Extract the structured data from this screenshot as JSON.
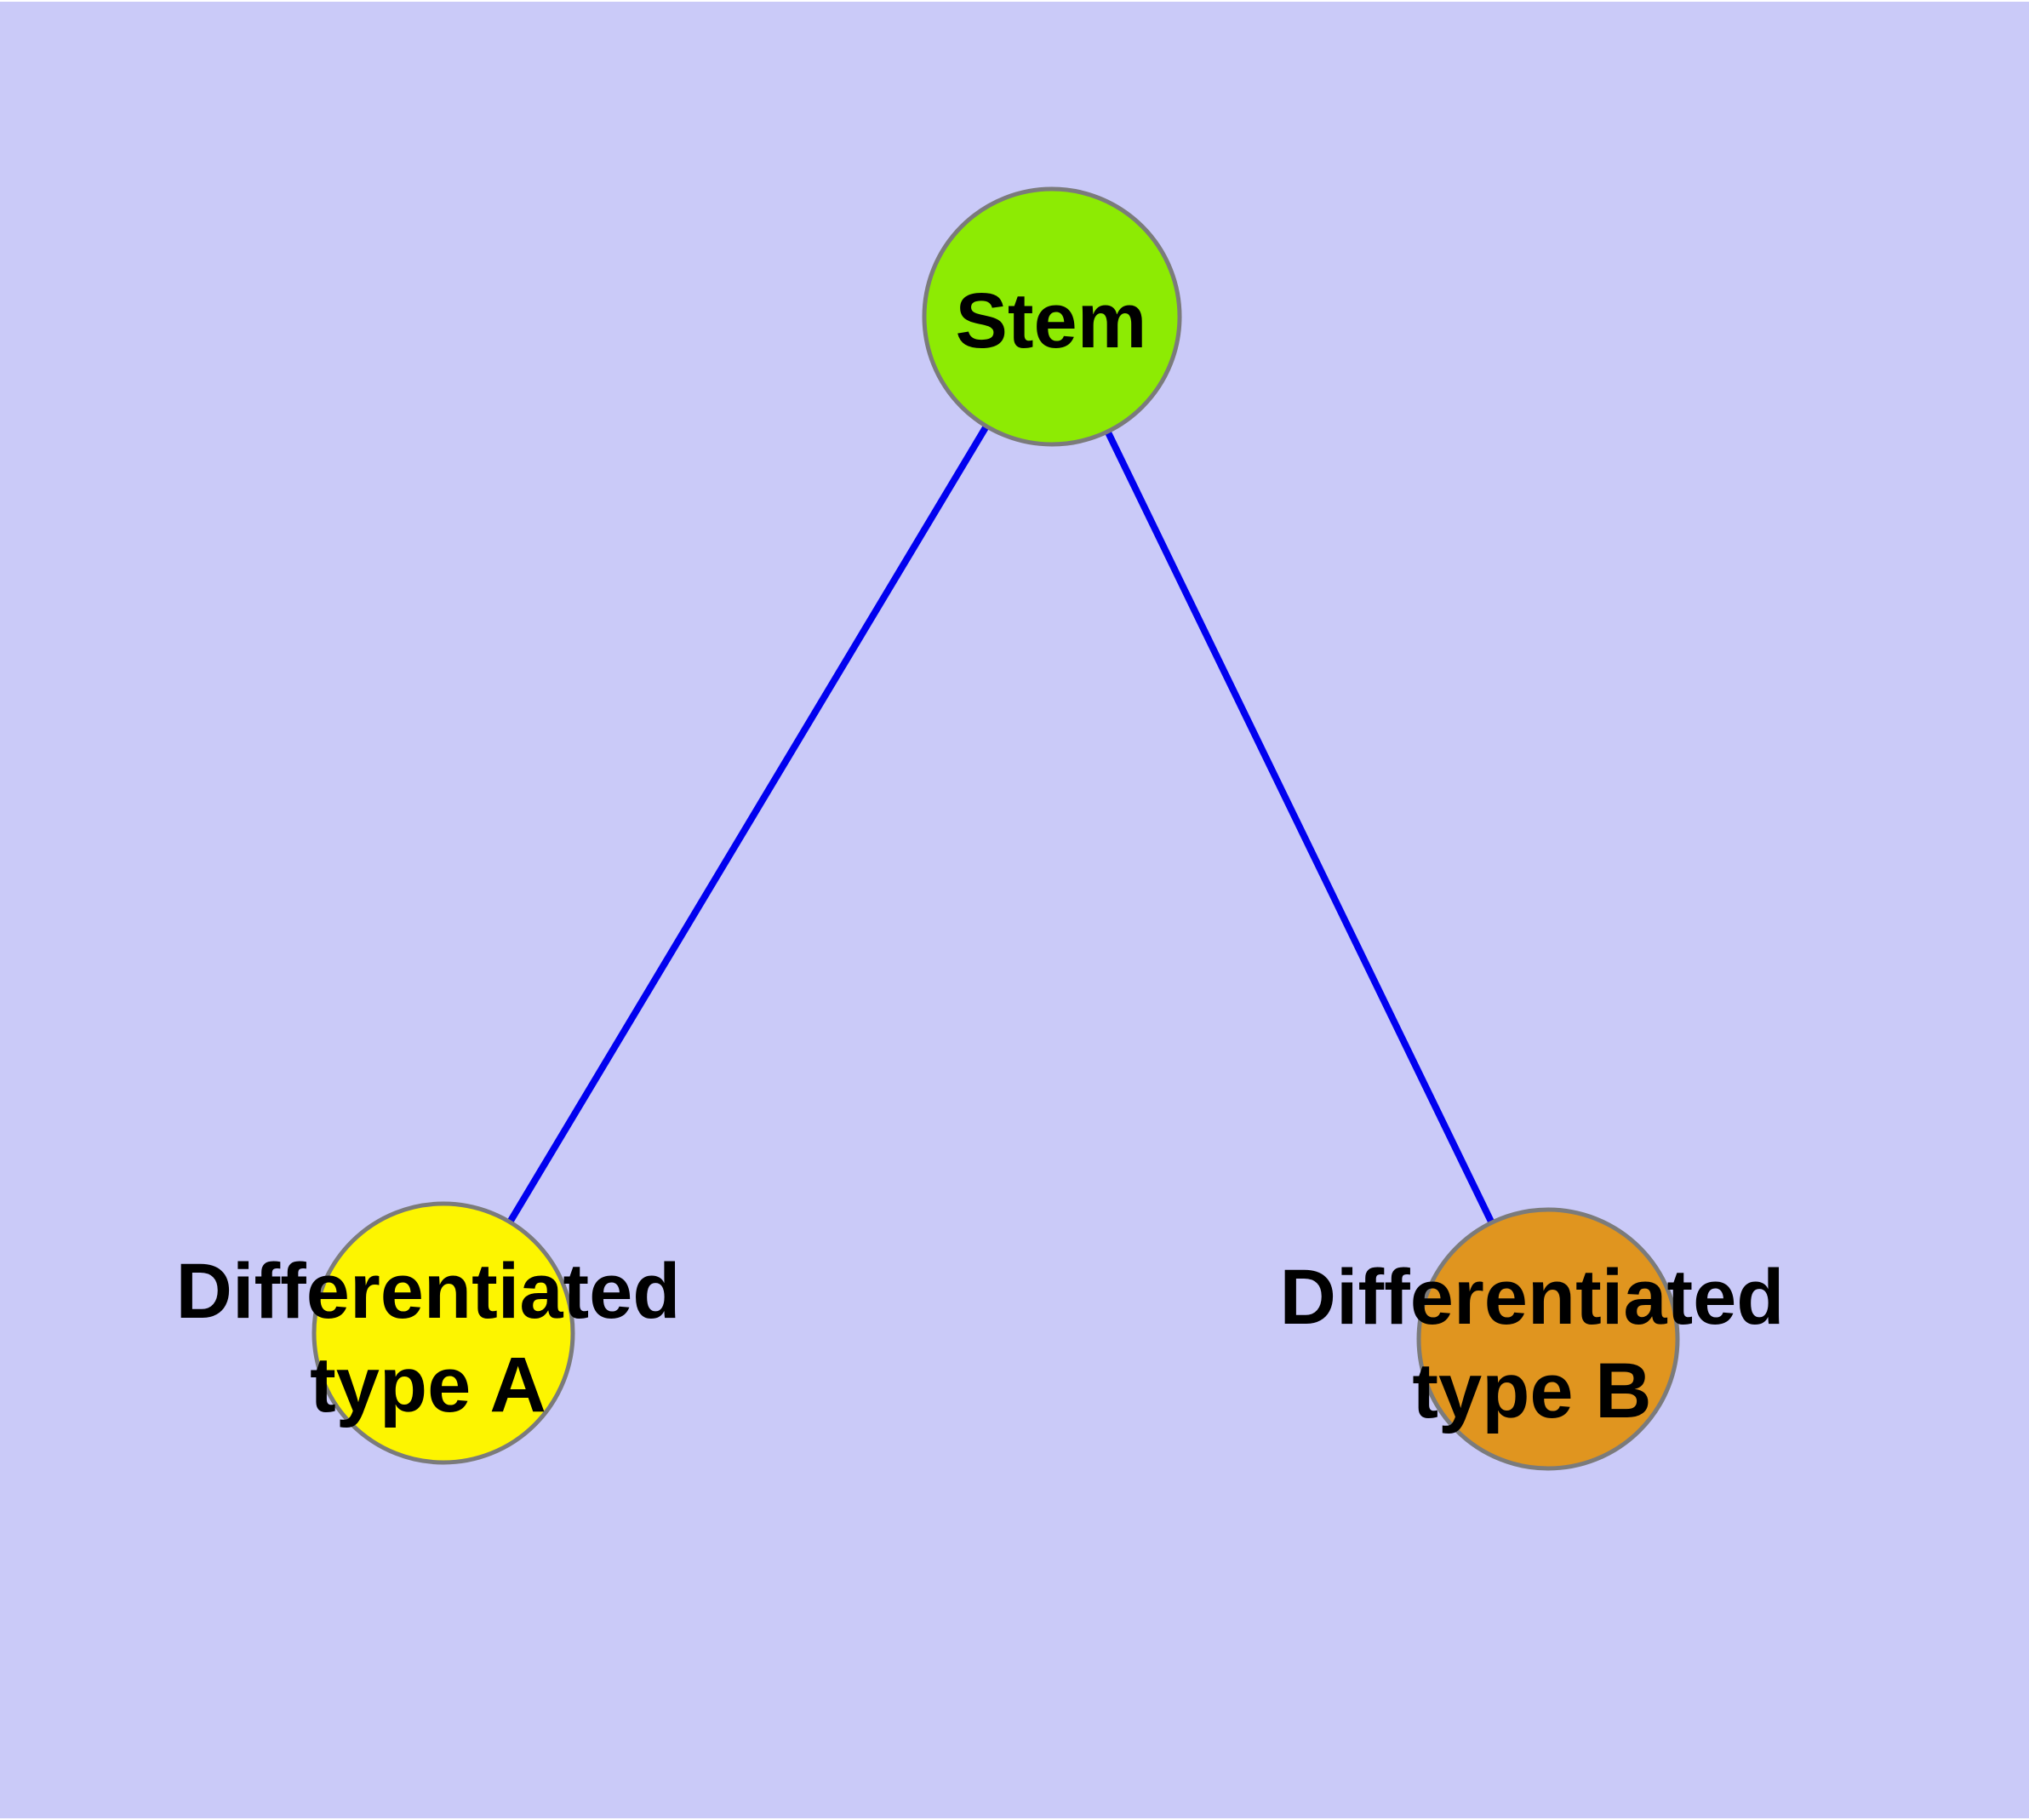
{
  "diagram": {
    "type": "node-link-graph",
    "background_color": "#cacaf8",
    "page_margin_color": "#ffffff",
    "edge_color": "#0101ef",
    "node_border_color": "#7b7b7b",
    "label_color": "#000000",
    "nodes": [
      {
        "id": "stem",
        "label": "Stem",
        "lines": [
          "Stem"
        ],
        "fill": "#8deb03"
      },
      {
        "id": "differentiated-type-a",
        "label": "Differentiated type A",
        "lines": [
          "Differentiated",
          "type A"
        ],
        "fill": "#fdf500"
      },
      {
        "id": "differentiated-type-b",
        "label": "Differentiated type B",
        "lines": [
          "Differentiated",
          "type B"
        ],
        "fill": "#e0951f"
      }
    ],
    "edges": [
      {
        "from": "stem",
        "to": "differentiated-type-a"
      },
      {
        "from": "stem",
        "to": "differentiated-type-b"
      }
    ]
  }
}
